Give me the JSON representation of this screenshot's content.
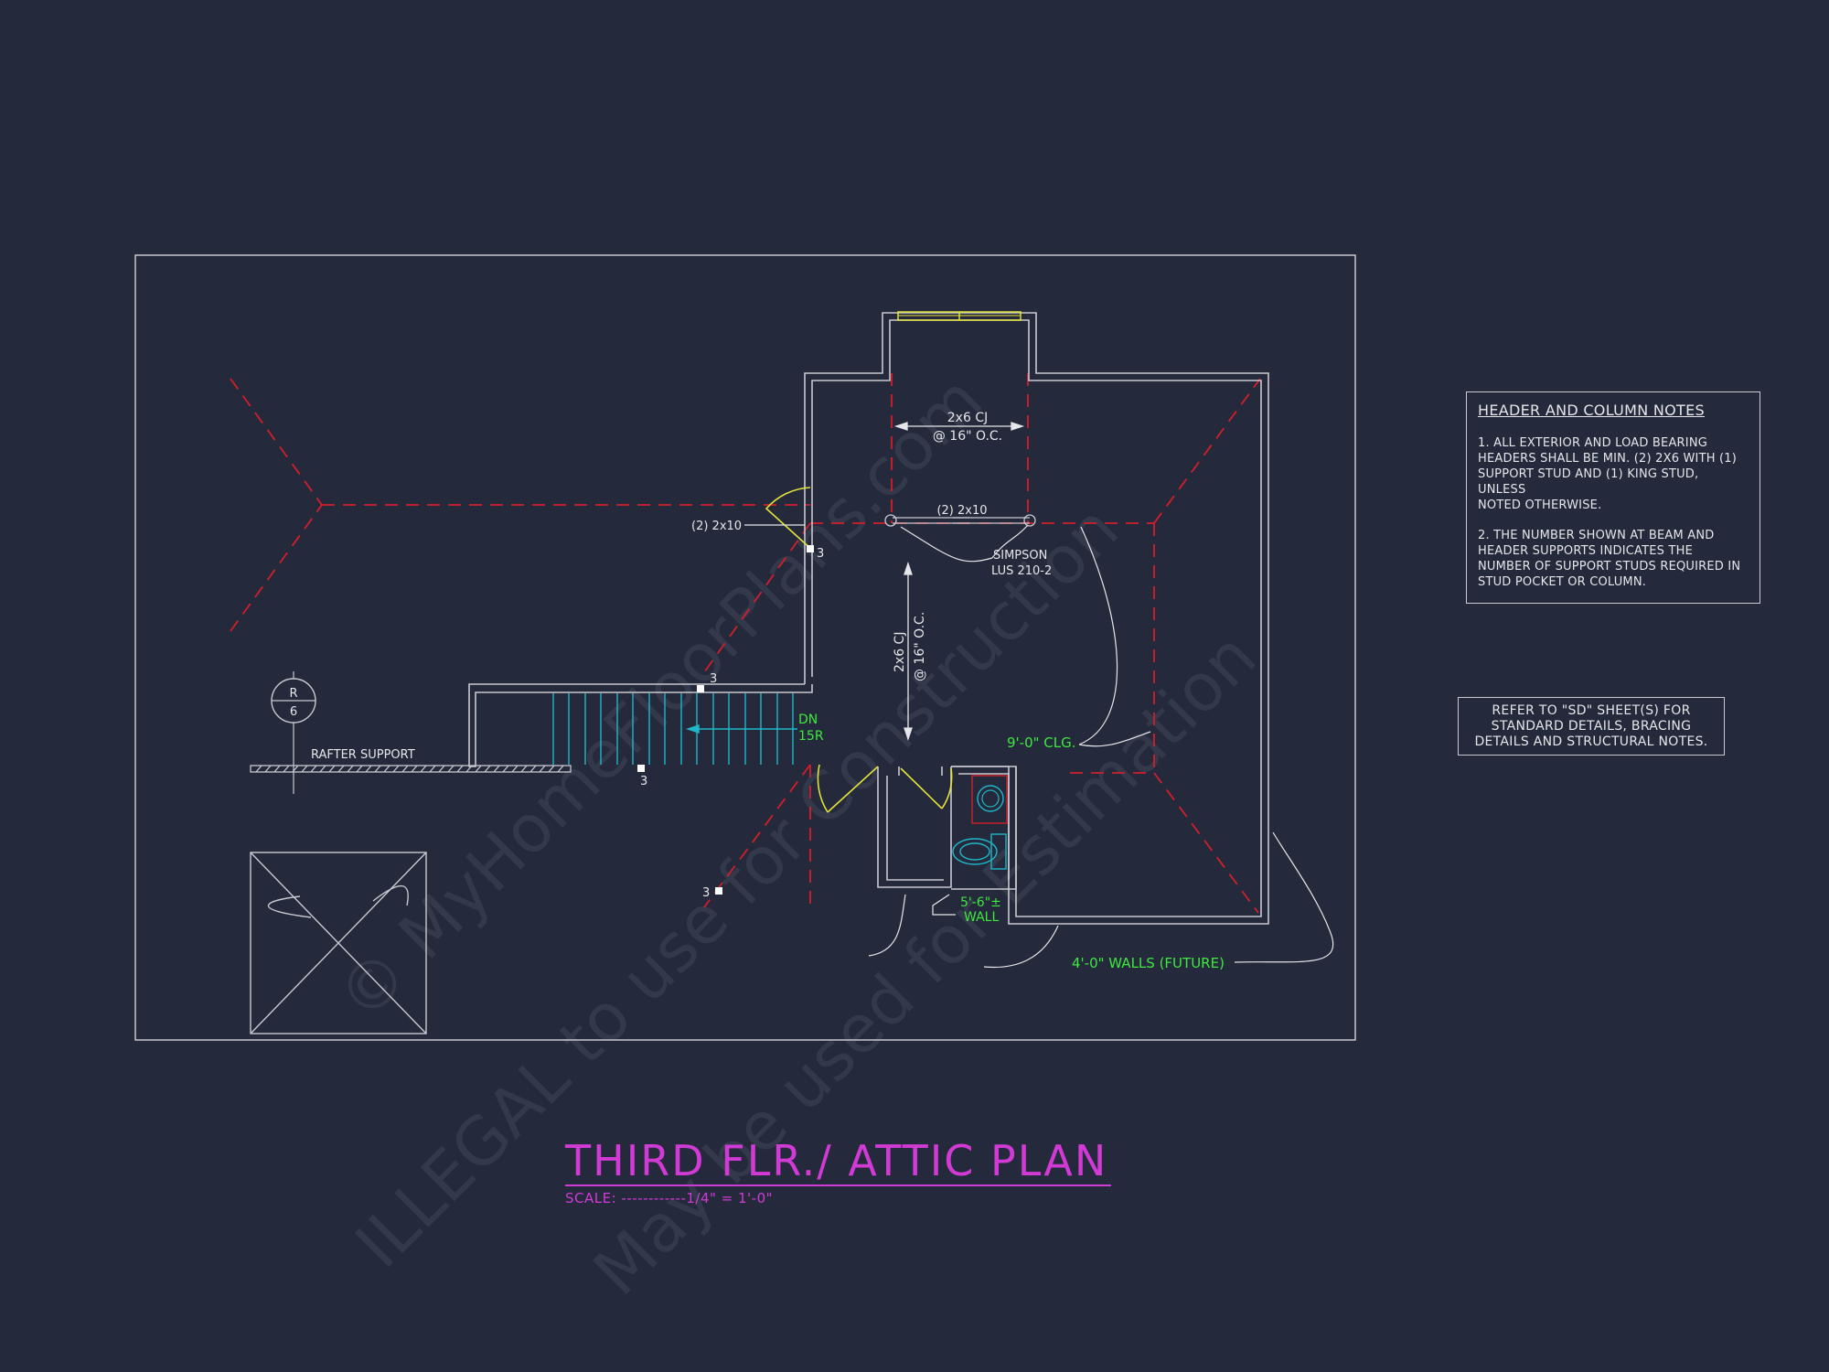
{
  "notes": {
    "title": "HEADER AND COLUMN NOTES",
    "note1": [
      "1. ALL EXTERIOR AND LOAD BEARING",
      "HEADERS SHALL BE MIN. (2) 2x6 WITH (1)",
      "SUPPORT STUD AND (1) KING STUD, UNLESS",
      "NOTED OTHERWISE."
    ],
    "note2": [
      "2. THE NUMBER SHOWN AT BEAM AND",
      "HEADER SUPPORTS INDICATES THE",
      "NUMBER OF SUPPORT STUDS REQUIRED IN",
      "STUD POCKET OR COLUMN."
    ]
  },
  "refer_note": [
    "REFER TO \"SD\" SHEET(S) FOR",
    "STANDARD DETAILS, BRACING",
    "DETAILS AND STRUCTURAL NOTES."
  ],
  "plan_title": "THIRD FLR./ ATTIC PLAN",
  "scale_text": "SCALE: ------------1/4\" = 1'-0\"",
  "labels": {
    "cj_top_1": "2x6 CJ",
    "cj_top_2": "@ 16\" O.C.",
    "header_2x10_center": "(2) 2x10",
    "header_2x10_left": "(2) 2x10",
    "simpson_1": "SIMPSON",
    "simpson_2": "LUS 210-2",
    "cj_vert_1": "2x6 CJ",
    "cj_vert_2": "@ 16\" O.C.",
    "stair_dn": "DN",
    "stair_risers": "15R",
    "ceiling": "9'-0\" CLG.",
    "wall_height_1": "5'-6\"±",
    "wall_height_2": "WALL",
    "future_walls": "4'-0\" WALLS (FUTURE)",
    "rafter_support": "RAFTER SUPPORT",
    "section_letter": "R",
    "section_number": "6",
    "stud_count_a": "3",
    "stud_count_b": "3",
    "stud_count_c": "3",
    "stud_count_d": "3"
  },
  "watermark": {
    "line1": "© MyHomeFloorPlans.com",
    "line2": "ILLEGAL to use for Construction",
    "line3": "May be used for Estimation"
  },
  "colors": {
    "background": "#242a3b",
    "linework": "#c8c8d0",
    "roof_lines": "#d21f2a",
    "green_text": "#3ee83e",
    "stair_cyan": "#1fb6c8",
    "door_yellow": "#e2e23a",
    "title_magenta": "#d23ad6"
  }
}
